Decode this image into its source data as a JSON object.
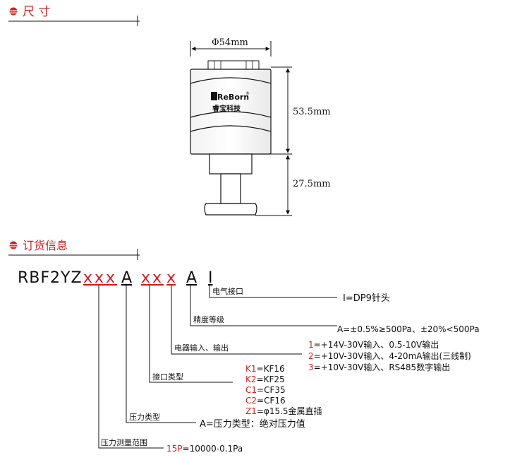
{
  "sections": {
    "dimensions_title": "尺 寸",
    "ordering_title": "订货信息"
  },
  "drawing": {
    "diameter": "Φ54mm",
    "height_upper": "53.5mm",
    "height_lower": "27.5mm",
    "brand": "ReBorn",
    "brand_cn": "睿宝科技",
    "registered": "®"
  },
  "model": {
    "prefix": "RBF2YZ",
    "pressure_code": "xxx",
    "pressure_type": "A",
    "interface_code": "xx",
    "output_code": "x",
    "accuracy_code": "A",
    "connector_code": "I"
  },
  "options": {
    "connector": {
      "label": "电气接口",
      "value": "I=DP9针头"
    },
    "accuracy": {
      "label": "精度等级",
      "value": "A=±0.5%≥500Pa、±20%<500Pa"
    },
    "output": {
      "label": "电器输入、输出",
      "items": [
        {
          "code": "1",
          "text": "=+14V-30V输入、0.5-10V输出"
        },
        {
          "code": "2",
          "text": "=+10V-30V输入、4-20mA输出(三线制)"
        },
        {
          "code": "3",
          "text": "=+10V-30V输入、RS485数字输出"
        }
      ]
    },
    "interface": {
      "label": "接口类型",
      "items": [
        {
          "code": "K1",
          "text": "=KF16"
        },
        {
          "code": "K2",
          "text": "=KF25"
        },
        {
          "code": "C1",
          "text": "=CF35"
        },
        {
          "code": "C2",
          "text": "=CF16"
        },
        {
          "code": "Z1",
          "text": "=φ15.5金属直插"
        }
      ]
    },
    "pressure_type": {
      "label": "压力类型",
      "value": "A=压力类型：绝对压力值"
    },
    "range": {
      "label": "压力测量范围",
      "code": "15P",
      "text": "=10000-0.1Pa"
    }
  },
  "colors": {
    "accent": "#d3201f",
    "line": "#111111"
  }
}
